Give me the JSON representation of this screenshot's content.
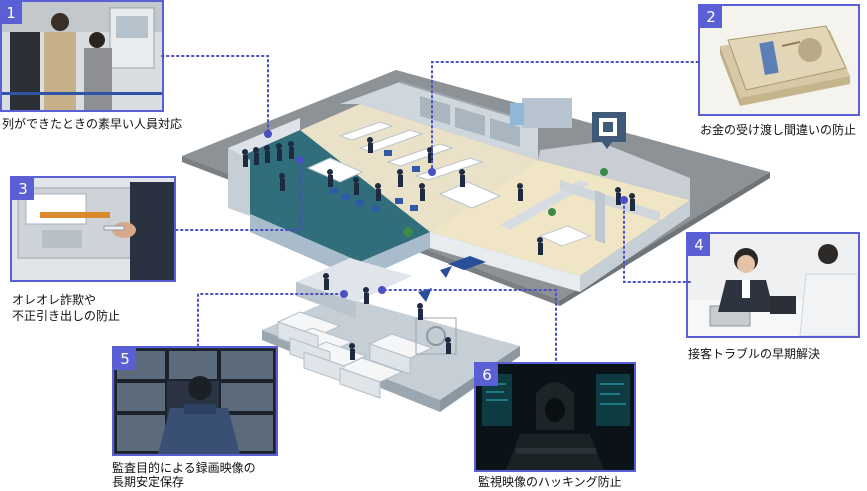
{
  "items": [
    {
      "num": "1",
      "caption": "列ができたときの素早い人員対応"
    },
    {
      "num": "2",
      "caption": "お金の受け渡し間違いの防止"
    },
    {
      "num": "3",
      "caption": [
        "オレオレ詐欺や",
        "不正引き出しの防止"
      ]
    },
    {
      "num": "4",
      "caption": "接客トラブルの早期解決"
    },
    {
      "num": "5",
      "caption": [
        "監査目的による録画映像の",
        "長期安定保存"
      ]
    },
    {
      "num": "6",
      "caption": "監視映像のハッキング防止"
    }
  ],
  "accent_color": "#5b5fd6",
  "line_color": "#4a4fc4"
}
